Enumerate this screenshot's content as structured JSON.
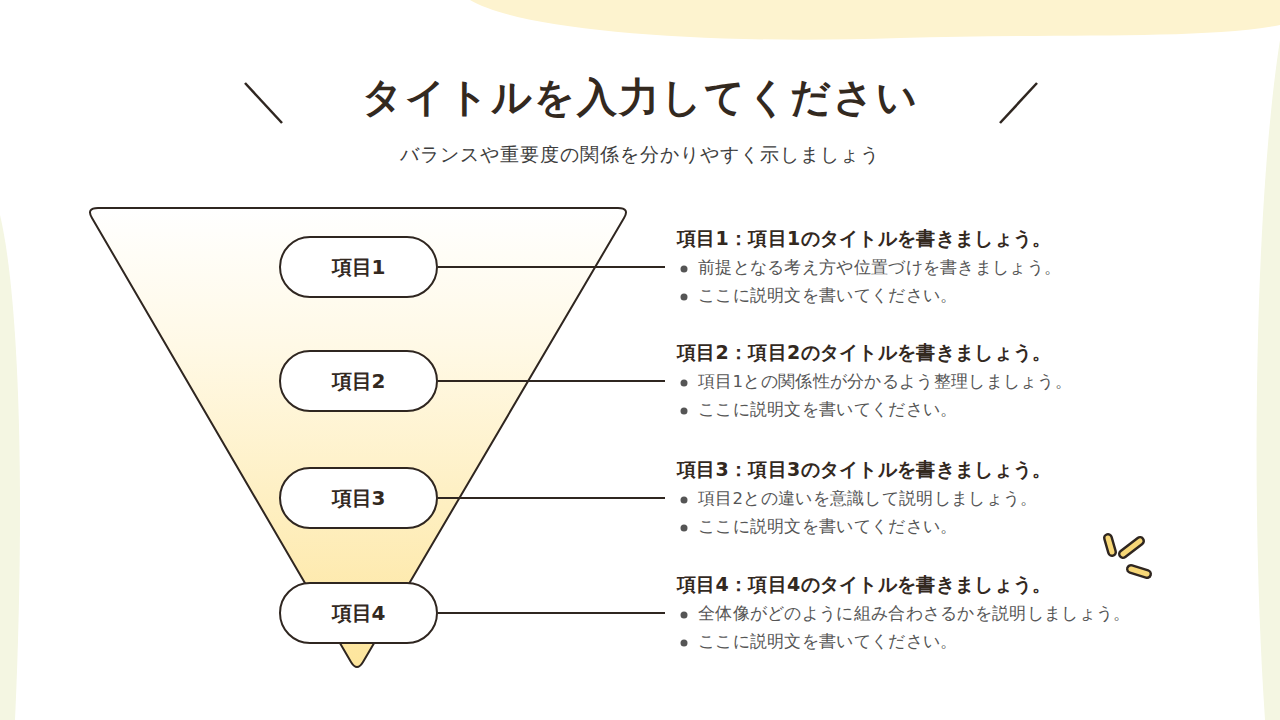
{
  "diagram": {
    "title": "タイトルを入力してください",
    "nodes": [
      {
        "text": [
          "項目1"
        ]
      },
      {
        "text": [
          "項目2"
        ]
      },
      {
        "text": [
          "項目3"
        ]
      },
      {
        "text": [
          "項目4"
        ]
      }
    ],
    "labels": [
      "バランスや重要度の関係を分かりやすく示しましょう",
      "項目1：項目1のタイトルを書きましょう。",
      "前提となる考え方や位置づけを書きましょう。",
      "ここに説明文を書いてください。",
      "項目2：項目2のタイトルを書きましょう。",
      "項目1との関係性が分かるよう整理しましょう。",
      "ここに説明文を書いてください。",
      "項目3：項目3のタイトルを書きましょう。",
      "項目2との違いを意識して説明しましょう。",
      "ここに説明文を書いてください。",
      "項目4：項目4のタイトルを書きましょう。",
      "全体像がどのように組み合わさるかを説明しましょう。",
      "ここに説明文を書いてください。"
    ]
  }
}
